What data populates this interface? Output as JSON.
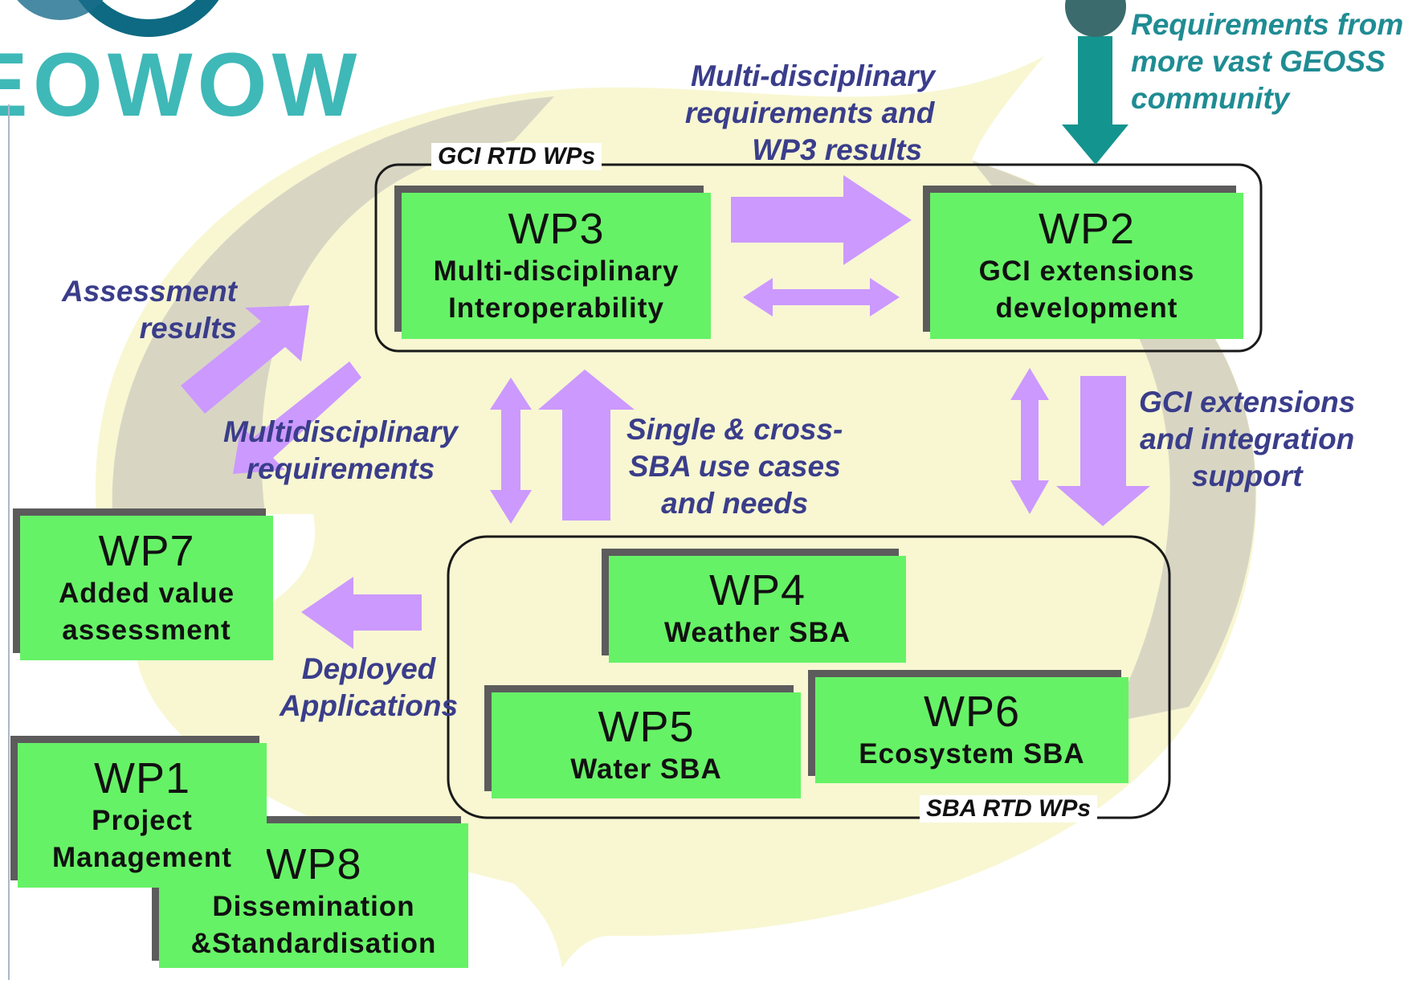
{
  "logo": {
    "text": "EOWOW"
  },
  "colors": {
    "wp_fill": "#66f266",
    "wp_shadow": "#5c5c5c",
    "arrow": "#cc99ff",
    "label_text": "#3a3d8a",
    "teal": "#1f8c93",
    "cycle_fill": "#f8f7d2",
    "cycle_stroke": "#c3c0a6"
  },
  "groups": {
    "gci_rtd": "GCI RTD WPs",
    "sba_rtd": "SBA RTD WPs"
  },
  "work_packages": {
    "wp1": {
      "id": "WP1",
      "name_l1": "Project",
      "name_l2": "Management"
    },
    "wp2": {
      "id": "WP2",
      "name_l1": "GCI extensions",
      "name_l2": "development"
    },
    "wp3": {
      "id": "WP3",
      "name_l1": "Multi-disciplinary",
      "name_l2": "Interoperability"
    },
    "wp4": {
      "id": "WP4",
      "name_l1": "Weather SBA"
    },
    "wp5": {
      "id": "WP5",
      "name_l1": "Water SBA"
    },
    "wp6": {
      "id": "WP6",
      "name_l1": "Ecosystem SBA"
    },
    "wp7": {
      "id": "WP7",
      "name_l1": "Added value",
      "name_l2": "assessment"
    },
    "wp8": {
      "id": "WP8",
      "name_l1": "Dissemination",
      "name_l2": "&Standardisation"
    }
  },
  "flows": {
    "multi_req_wp3": {
      "l1": "Multi-disciplinary",
      "l2": "requirements and",
      "l3": "WP3 results"
    },
    "geoss": {
      "l1": "Requirements from",
      "l2": "more vast GEOSS",
      "l3": "community"
    },
    "assessment": {
      "l1": "Assessment",
      "l2": "results"
    },
    "multidisc_req": {
      "l1": "Multidisciplinary",
      "l2": "requirements"
    },
    "use_cases": {
      "l1": "Single & cross-",
      "l2": "SBA use cases",
      "l3": "and needs"
    },
    "gci_ext": {
      "l1": "GCI extensions",
      "l2": "and integration",
      "l3": "support"
    },
    "deployed": {
      "l1": "Deployed",
      "l2": "Applications"
    }
  }
}
